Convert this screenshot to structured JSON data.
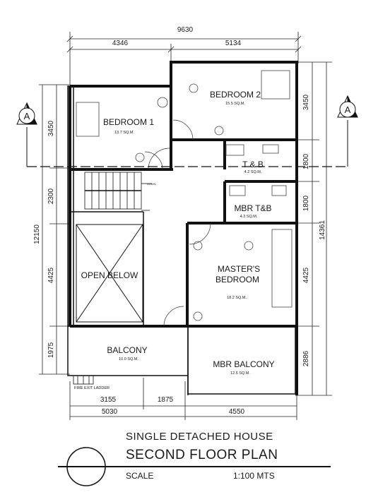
{
  "dimensions": {
    "overall_width": "9630",
    "top_left": "4346",
    "top_right": "5134",
    "bottom_a": "3155",
    "bottom_b": "1875",
    "bottom_left": "5030",
    "bottom_right": "4550",
    "left_1": "3450",
    "left_2": "2300",
    "left_3": "4425",
    "left_4": "1975",
    "left_total": "12150",
    "right_1": "3450",
    "right_2": "1800",
    "right_3": "1800",
    "right_4": "4425",
    "right_5": "2886",
    "right_total": "14361"
  },
  "rooms": {
    "bedroom1": "BEDROOM 1",
    "bedroom1_area": "13.7 SQ.M.",
    "bedroom2": "BEDROOM 2",
    "bedroom2_area": "15.5 SQ.M.",
    "tb": "T & B",
    "tb_area": "4.2 SQ.M.",
    "mbr_tb": "MBR T&B",
    "mbr_tb_area": "4.3 SQ.M.",
    "master_line1": "MASTER'S",
    "master_line2": "BEDROOM",
    "master_area": "18.2 SQ.M.",
    "open_below": "OPEN BELOW",
    "balcony": "BALCONY",
    "balcony_area": "10.0 SQ.M.",
    "mbr_balcony": "MBR BALCONY",
    "mbr_balcony_area": "12.5 SQ.M."
  },
  "labels": {
    "section_left": "A",
    "section_right": "A",
    "fire_exit": "FIRE EXIT LADDER",
    "stair_down": "DOWN"
  },
  "title_block": {
    "line1": "SINGLE DETACHED HOUSE",
    "line2": "SECOND FLOOR PLAN",
    "scale_label": "SCALE",
    "scale_value": "1:100 MTS"
  }
}
